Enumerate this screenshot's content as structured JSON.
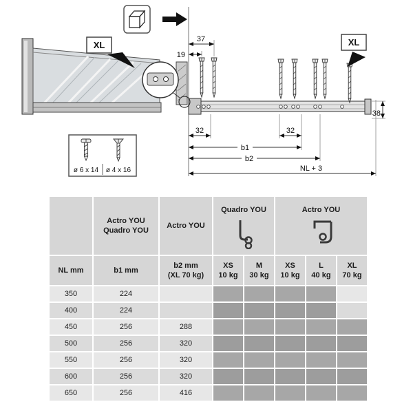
{
  "diagram": {
    "dims": {
      "d37": "37",
      "d19": "19",
      "d38": "38",
      "d32_left": "32",
      "d32_right": "32",
      "b1": "b1",
      "b2": "b2",
      "nl": "NL + 3"
    },
    "labels": {
      "xl_left": "XL",
      "xl_right": "XL"
    },
    "legend": {
      "screw_large": "ø 6 x 14",
      "screw_small": "ø 4 x 16"
    }
  },
  "table": {
    "group_headers": {
      "quadro": "Quadro YOU",
      "actro": "Actro YOU"
    },
    "col_titles": {
      "b1_line1": "Actro YOU",
      "b1_line2": "Quadro YOU",
      "b2": "Actro YOU"
    },
    "columns": {
      "nl": "NL mm",
      "b1": "b1 mm",
      "b2_line1": "b2 mm",
      "b2_line2": "(XL 70 kg)",
      "sizes": [
        {
          "size": "XS",
          "weight": "10 kg"
        },
        {
          "size": "M",
          "weight": "30 kg"
        },
        {
          "size": "XS",
          "weight": "10 kg"
        },
        {
          "size": "L",
          "weight": "40 kg"
        },
        {
          "size": "XL",
          "weight": "70 kg"
        }
      ]
    },
    "rows": [
      {
        "nl": "350",
        "b1": "224",
        "b2": "",
        "availability": [
          true,
          true,
          true,
          true,
          false
        ]
      },
      {
        "nl": "400",
        "b1": "224",
        "b2": "",
        "availability": [
          true,
          true,
          true,
          true,
          false
        ]
      },
      {
        "nl": "450",
        "b1": "256",
        "b2": "288",
        "availability": [
          true,
          true,
          true,
          true,
          true
        ]
      },
      {
        "nl": "500",
        "b1": "256",
        "b2": "320",
        "availability": [
          true,
          true,
          true,
          true,
          true
        ]
      },
      {
        "nl": "550",
        "b1": "256",
        "b2": "320",
        "availability": [
          true,
          true,
          true,
          true,
          true
        ]
      },
      {
        "nl": "600",
        "b1": "256",
        "b2": "320",
        "availability": [
          true,
          true,
          true,
          true,
          true
        ]
      },
      {
        "nl": "650",
        "b1": "256",
        "b2": "416",
        "availability": [
          true,
          true,
          true,
          true,
          true
        ]
      }
    ]
  },
  "colors": {
    "header_bg": "#d6d6d6",
    "row_light": "#e7e7e7",
    "row_dark": "#dbdbdb",
    "available_cell": "#a7a7a7",
    "available_cell_dark": "#9d9d9d"
  }
}
